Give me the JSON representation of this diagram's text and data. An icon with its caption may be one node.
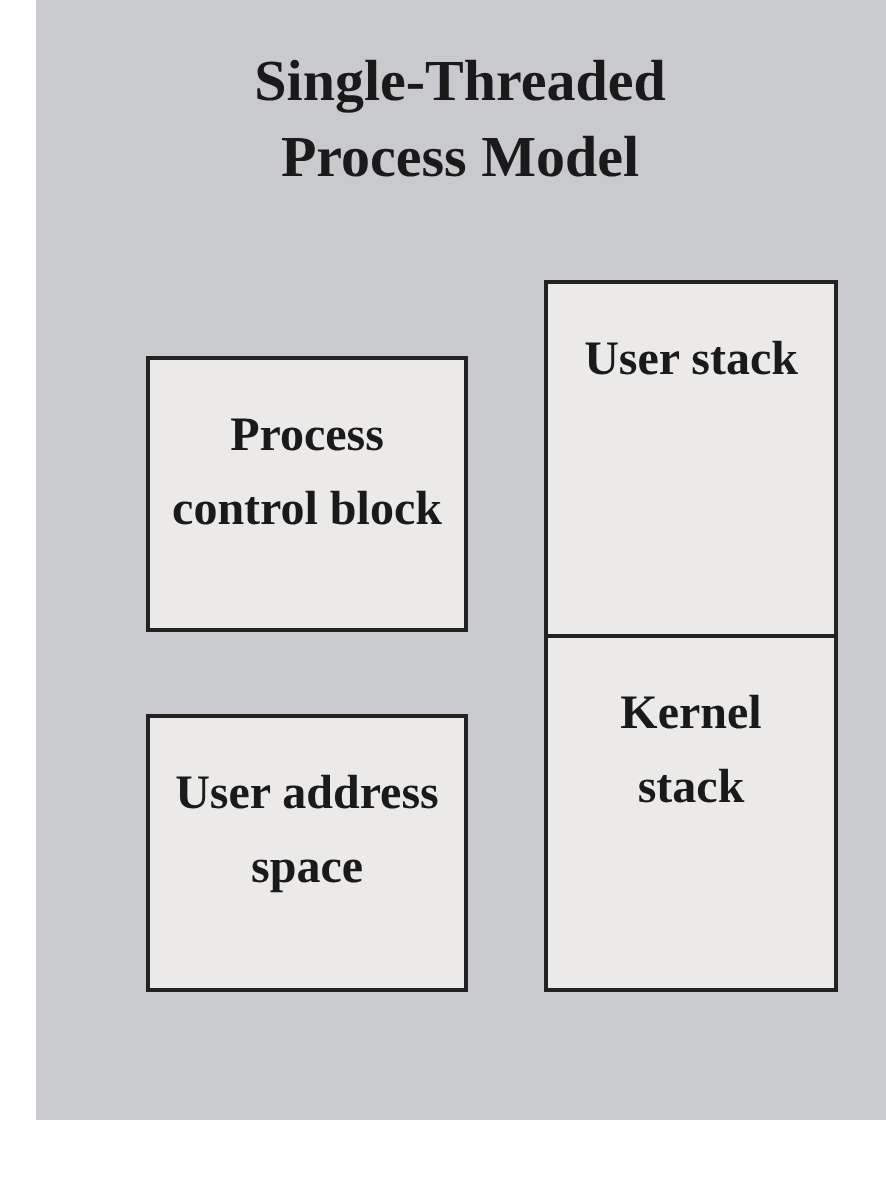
{
  "diagram": {
    "title": "Single-Threaded Process Model",
    "nodes": [
      {
        "text": [
          "Process control block"
        ]
      },
      {
        "text": [
          "User address space"
        ]
      },
      {
        "text": [
          "User stack"
        ]
      },
      {
        "text": [
          "Kernel stack"
        ]
      }
    ]
  }
}
